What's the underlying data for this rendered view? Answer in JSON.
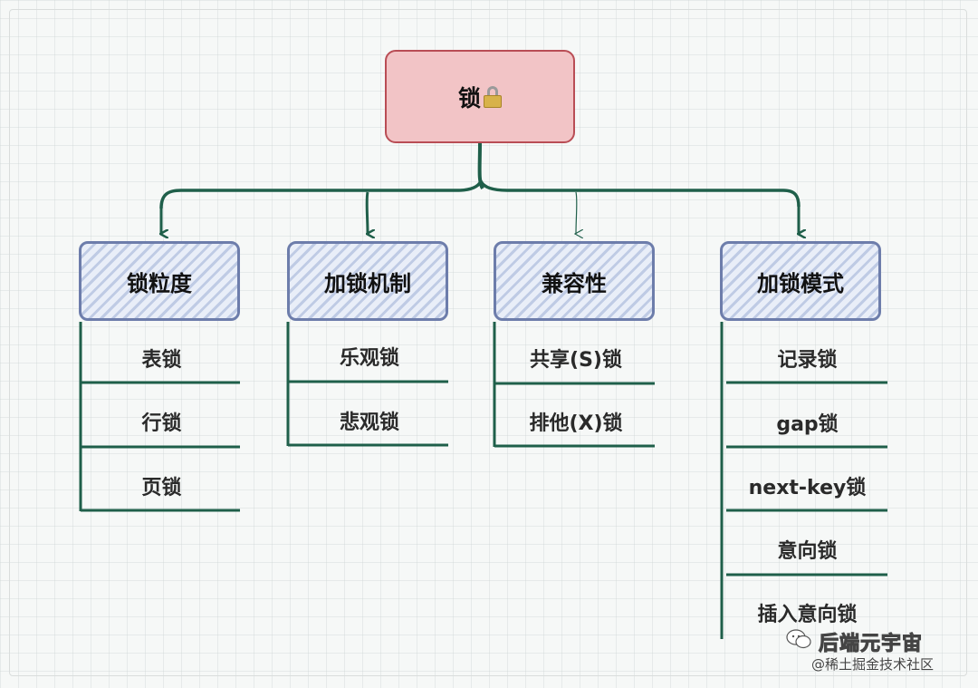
{
  "root": {
    "label": "锁"
  },
  "categories": [
    {
      "label": "锁粒度",
      "items": [
        "表锁",
        "行锁",
        "页锁"
      ]
    },
    {
      "label": "加锁机制",
      "items": [
        "乐观锁",
        "悲观锁"
      ]
    },
    {
      "label": "兼容性",
      "items": [
        "共享(S)锁",
        "排他(X)锁"
      ]
    },
    {
      "label": "加锁模式",
      "items": [
        "记录锁",
        "gap锁",
        "next-key锁",
        "意向锁",
        "插入意向锁"
      ]
    }
  ],
  "watermark": {
    "title": "后端元宇宙",
    "subtitle": "@稀土掘金技术社区"
  },
  "colors": {
    "root_fill": "#f2c4c6",
    "root_border": "#b94d55",
    "category_border": "#6d7dab",
    "connector": "#1f5f4a"
  },
  "icons": {
    "root": "lock-icon",
    "watermark": "wechat-icon"
  }
}
